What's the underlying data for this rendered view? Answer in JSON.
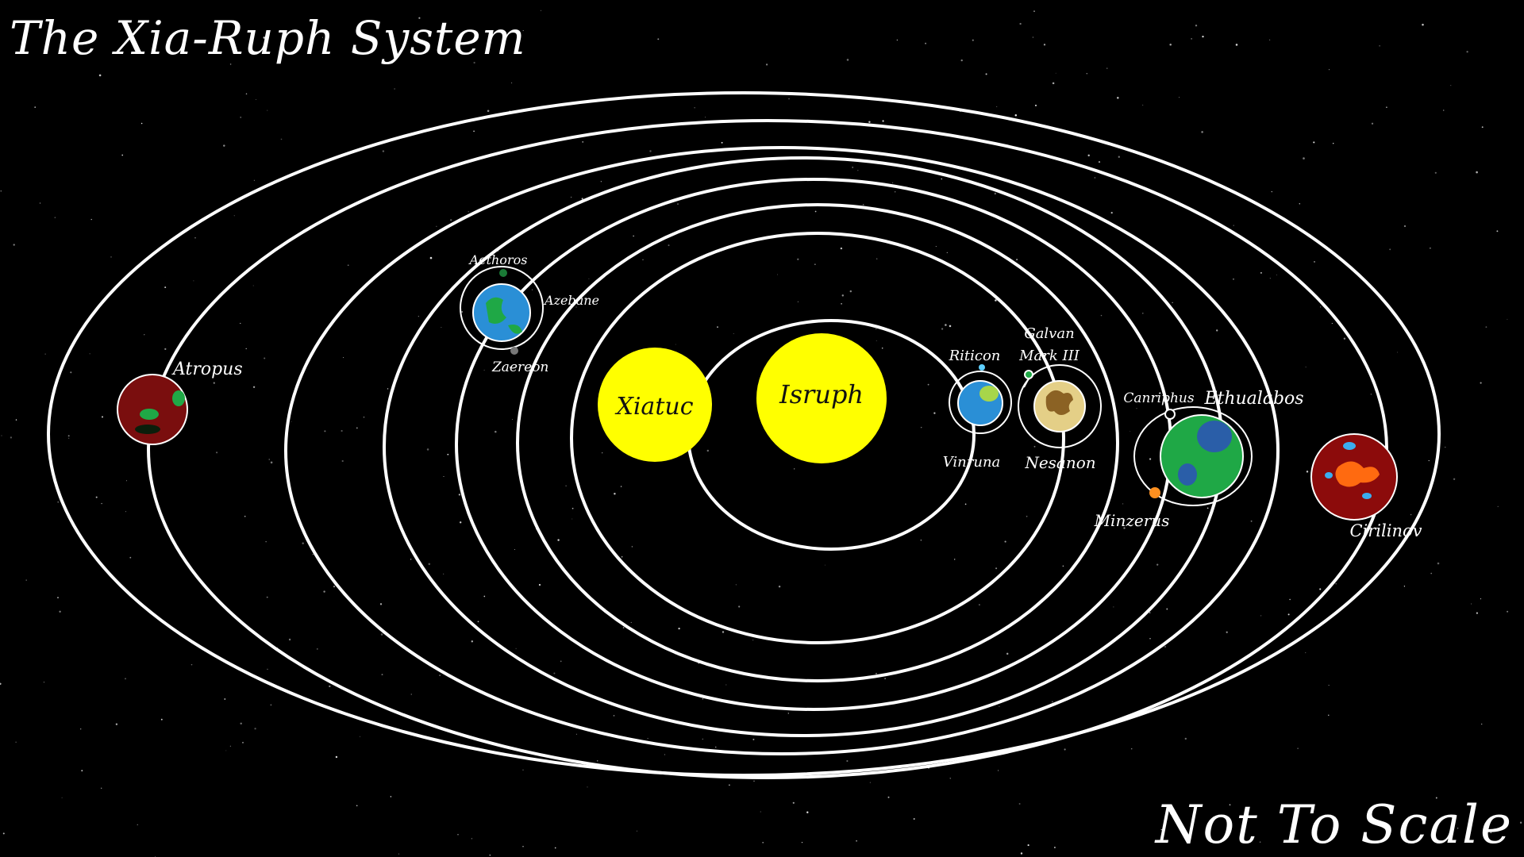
{
  "title": "The Xia-Ruph System",
  "footnote": "Not To Scale",
  "colors": {
    "background": "#000000",
    "orbit": "#ffffff",
    "star": "#ffff00",
    "label": "#ffffff"
  },
  "stars": [
    {
      "name": "Xiatuc"
    },
    {
      "name": "Isruph"
    }
  ],
  "bodies": {
    "atropus": "Atropus",
    "aethoros": "Aethoros",
    "azebane": "Azebane",
    "zaereon": "Zaereon",
    "riticon": "Riticon",
    "vinruna": "Vinruna",
    "galvan": "Galvan",
    "mark3": "Mark III",
    "nesanon": "Nesanon",
    "canriphus": "Canriphus",
    "ethualabos": "Ethualabos",
    "minzerus": "Minzerus",
    "cirilinov": "Cirilinov"
  }
}
